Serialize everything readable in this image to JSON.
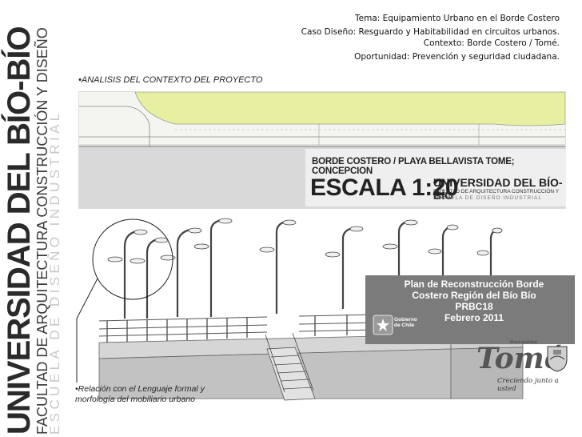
{
  "brand": {
    "line1": "UNIVERSIDAD DEL BÍO-BÍO",
    "line2": "FACULTAD DE ARQUITECTURA CONSTRUCCIÓN Y DISEÑO",
    "line3": "ESCUELA DE DISEÑO INDUSTRIAL"
  },
  "meta": {
    "tema": "Tema: Equipamiento Urbano en el Borde Costero",
    "caso": "Caso Diseño: Resguardo y Habitabilidad en circuitos urbanos.",
    "contexto": "Contexto: Borde Costero / Tomé.",
    "oportunidad": "Oportunidad: Prevención y seguridad ciudadana."
  },
  "section1_label": "•ANALISIS DEL CONTEXTO DEL PROYECTO",
  "titlebox": {
    "line1": "BORDE COSTERO / PLAYA BELLAVISTA TOME; CONCEPCION",
    "scale": "ESCALA 1:20",
    "university": "UNIVERSIDAD DEL BÍO-BÍO",
    "faculty": "FACULTAD DE ARQUITECTURA CONSTRUCCIÓN Y DISEÑO",
    "school": "ESCUELA DE DISEÑO INDUSTRIAL"
  },
  "plan_box": {
    "line1": "Plan de Reconstrucción Borde",
    "line2": "Costero Región del Bío Bío",
    "line3": "PRBC18",
    "line4": "Febrero 2011",
    "gobierno": "Gobierno",
    "de_chile": "de Chile"
  },
  "tome_logo": {
    "name": "Tomé",
    "muni": "Municipalidad",
    "slogan": "Creciendo junto a usted"
  },
  "section2_label": "•Relación con el Lenguaje formal  y morfología del mobiliario urbano",
  "colors": {
    "plan_green": "#e6f0a0",
    "plan_bg": "#ececec",
    "darkbox": "#7b7b7b"
  }
}
